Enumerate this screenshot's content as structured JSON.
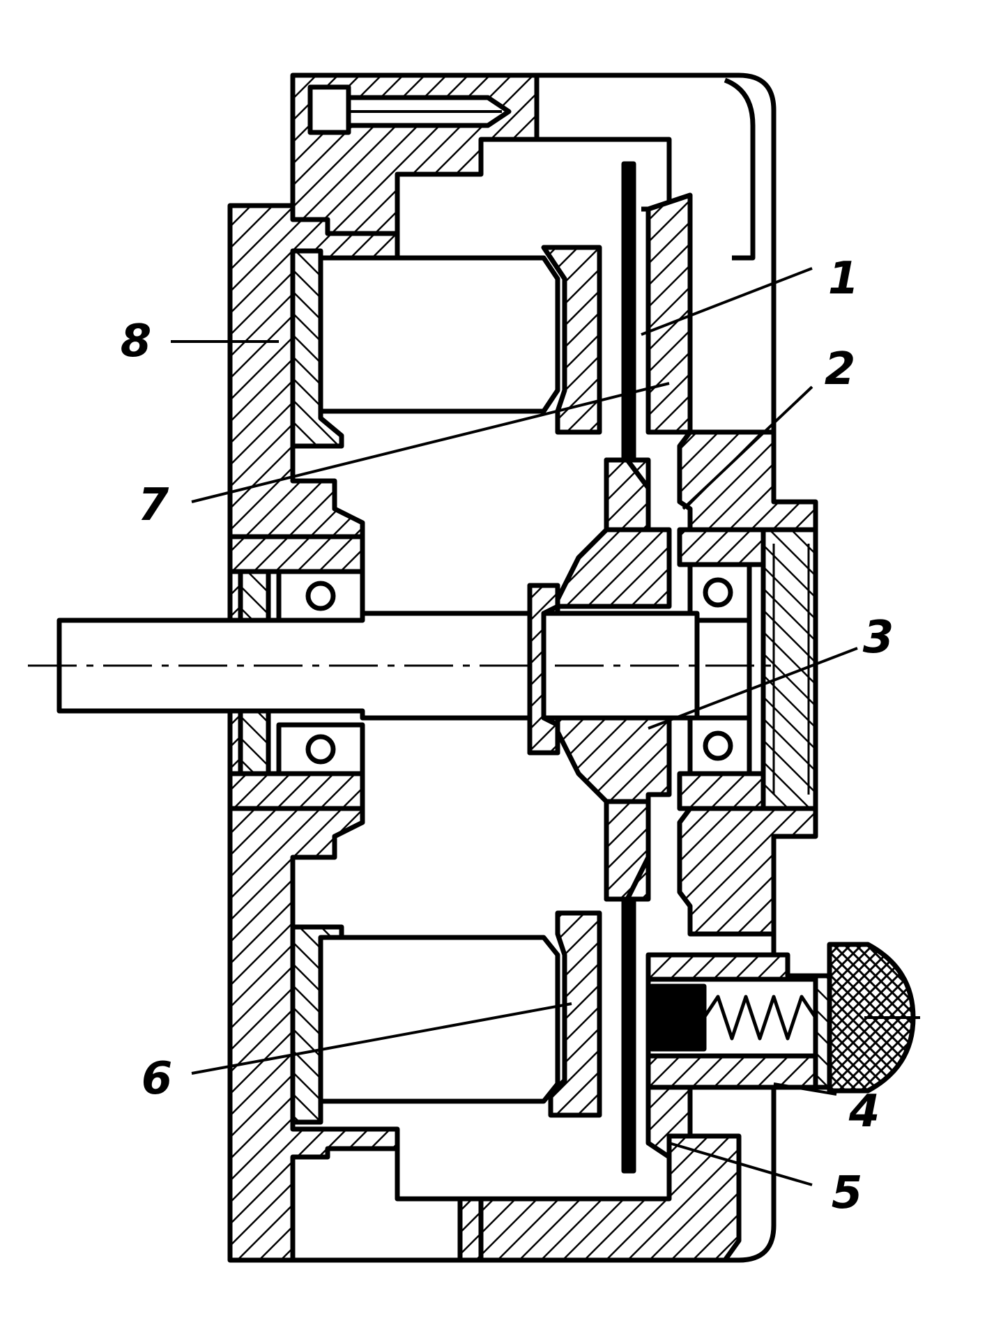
{
  "diagram": {
    "ink_color": "#000000",
    "paper_color": "#ffffff",
    "callouts": [
      {
        "id": "c1",
        "label": "1"
      },
      {
        "id": "c2",
        "label": "2"
      },
      {
        "id": "c3",
        "label": "3"
      },
      {
        "id": "c4",
        "label": "4"
      },
      {
        "id": "c5",
        "label": "5"
      },
      {
        "id": "c6",
        "label": "6"
      },
      {
        "id": "c7",
        "label": "7"
      },
      {
        "id": "c8",
        "label": "8"
      }
    ]
  }
}
